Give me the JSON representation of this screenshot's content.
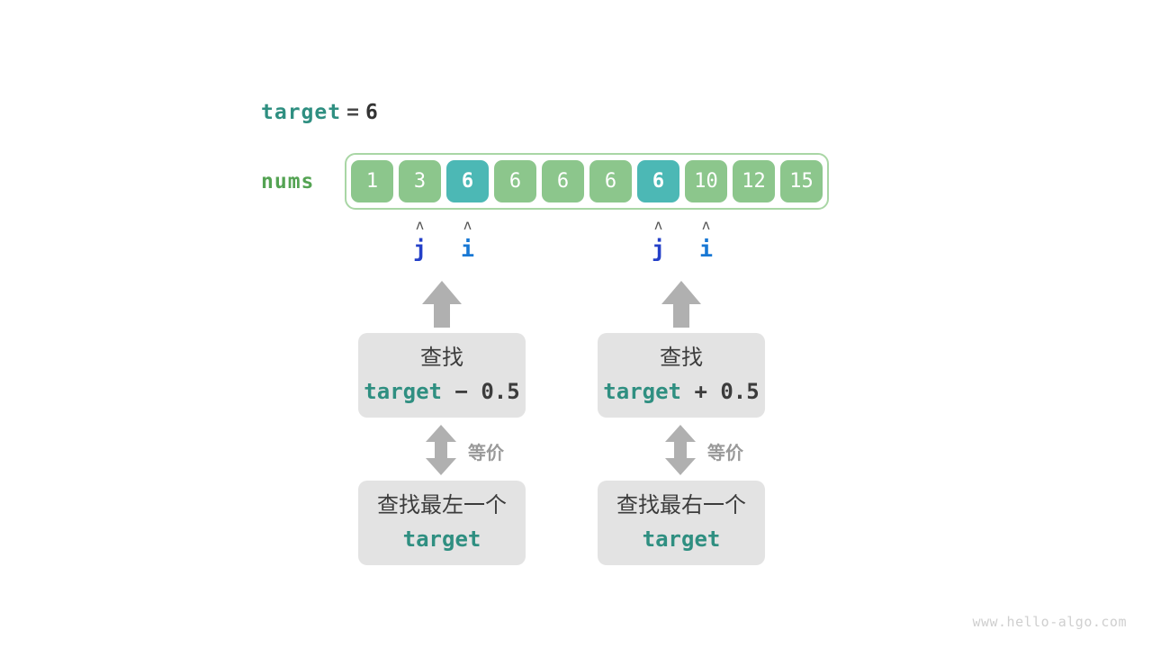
{
  "diagram": {
    "title_expression": {
      "variable": "target",
      "operator": "=",
      "value": "6"
    },
    "array": {
      "label": "nums",
      "values": [
        "1",
        "3",
        "6",
        "6",
        "6",
        "6",
        "6",
        "10",
        "12",
        "15"
      ],
      "highlighted_indices": [
        2,
        6
      ]
    },
    "pointers": [
      {
        "caret": "ʌ",
        "name": "j",
        "index": 1,
        "group": "left"
      },
      {
        "caret": "ʌ",
        "name": "i",
        "index": 2,
        "group": "left"
      },
      {
        "caret": "ʌ",
        "name": "j",
        "index": 6,
        "group": "right"
      },
      {
        "caret": "ʌ",
        "name": "i",
        "index": 7,
        "group": "right"
      }
    ],
    "branches": [
      {
        "id": "left",
        "top_box": {
          "line1": "查找",
          "keyword": "target",
          "operator": "− 0.5"
        },
        "equiv_label": "等价",
        "bottom_box": {
          "line1": "查找最左一个",
          "keyword": "target"
        }
      },
      {
        "id": "right",
        "top_box": {
          "line1": "查找",
          "keyword": "target",
          "operator": "+ 0.5"
        },
        "equiv_label": "等价",
        "bottom_box": {
          "line1": "查找最右一个",
          "keyword": "target"
        }
      }
    ],
    "watermark": "www.hello-algo.com",
    "colors": {
      "keyword_teal": "#2f8f81",
      "array_green": "#8cc68c",
      "array_highlight_teal": "#4cb8b5",
      "array_border_green": "#a9d6a5",
      "nums_label_green": "#54a353",
      "pointer_j_blue": "#2440c8",
      "pointer_i_blue": "#1878d4",
      "arrow_gray": "#b0b0b0",
      "box_gray": "#e3e3e3",
      "watermark_gray": "#cfcfcf"
    }
  }
}
